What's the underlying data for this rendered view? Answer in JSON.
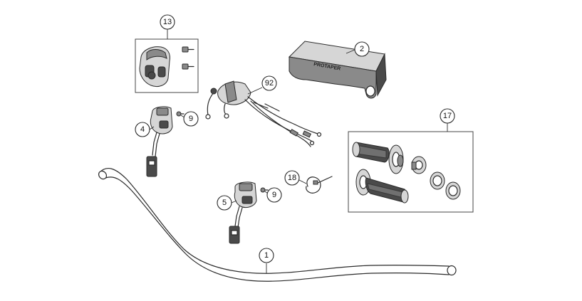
{
  "callouts": [
    {
      "id": "c1",
      "label": "1"
    },
    {
      "id": "c2",
      "label": "2"
    },
    {
      "id": "c4",
      "label": "4"
    },
    {
      "id": "c5",
      "label": "5"
    },
    {
      "id": "c9a",
      "label": "9"
    },
    {
      "id": "c9b",
      "label": "9"
    },
    {
      "id": "c13",
      "label": "13"
    },
    {
      "id": "c17",
      "label": "17"
    },
    {
      "id": "c18",
      "label": "18"
    },
    {
      "id": "c92",
      "label": "92"
    }
  ],
  "pad_brand": "PROTAPER"
}
